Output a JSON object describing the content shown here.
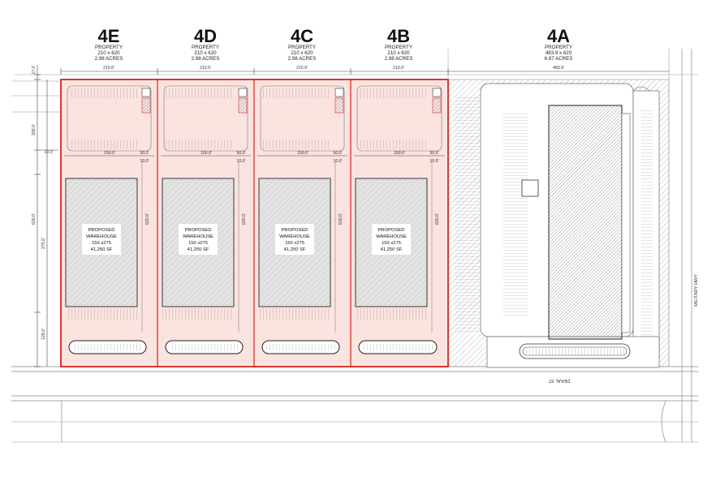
{
  "parcels": [
    {
      "id": "4E",
      "title": "4E",
      "label": "PROPERTY",
      "size": "210 x 620",
      "acres": "2.98 ACRES",
      "width_dim": "210.0'"
    },
    {
      "id": "4D",
      "title": "4D",
      "label": "PROPERTY",
      "size": "210 x 620",
      "acres": "2.98 ACRES",
      "width_dim": "210.0'"
    },
    {
      "id": "4C",
      "title": "4C",
      "label": "PROPERTY",
      "size": "210 x 620",
      "acres": "2.98 ACRES",
      "width_dim": "210.0'"
    },
    {
      "id": "4B",
      "title": "4B",
      "label": "PROPERTY",
      "size": "210 x 620",
      "acres": "2.98 ACRES",
      "width_dim": "210.0'"
    },
    {
      "id": "4A",
      "title": "4A",
      "label": "PROPERTY",
      "size": "483.9 x 620",
      "acres": "6.87 ACRES",
      "width_dim": "483.9'"
    }
  ],
  "warehouse": {
    "line1": "PROPOSED",
    "line2": "WAREHOUSE",
    "line3": "150 x275",
    "line4": "41,250 SF"
  },
  "dimensions": {
    "top_setback": "17.0'",
    "front_depth": "200.0'",
    "side_setback": "10.0'",
    "total_depth": "620.0'",
    "building_depth": "275.0'",
    "rear_depth": "128.0'",
    "building_width": "150.0'",
    "side_yard": "50.0'",
    "lot_depth": "620.0'"
  },
  "streets": {
    "military": "MILITARY HWY",
    "dekal": "DEKAL ST"
  },
  "colors": {
    "highlight": "#d9221c",
    "lot_fill": "#fbe3e0",
    "building": "#e3e3e3"
  }
}
